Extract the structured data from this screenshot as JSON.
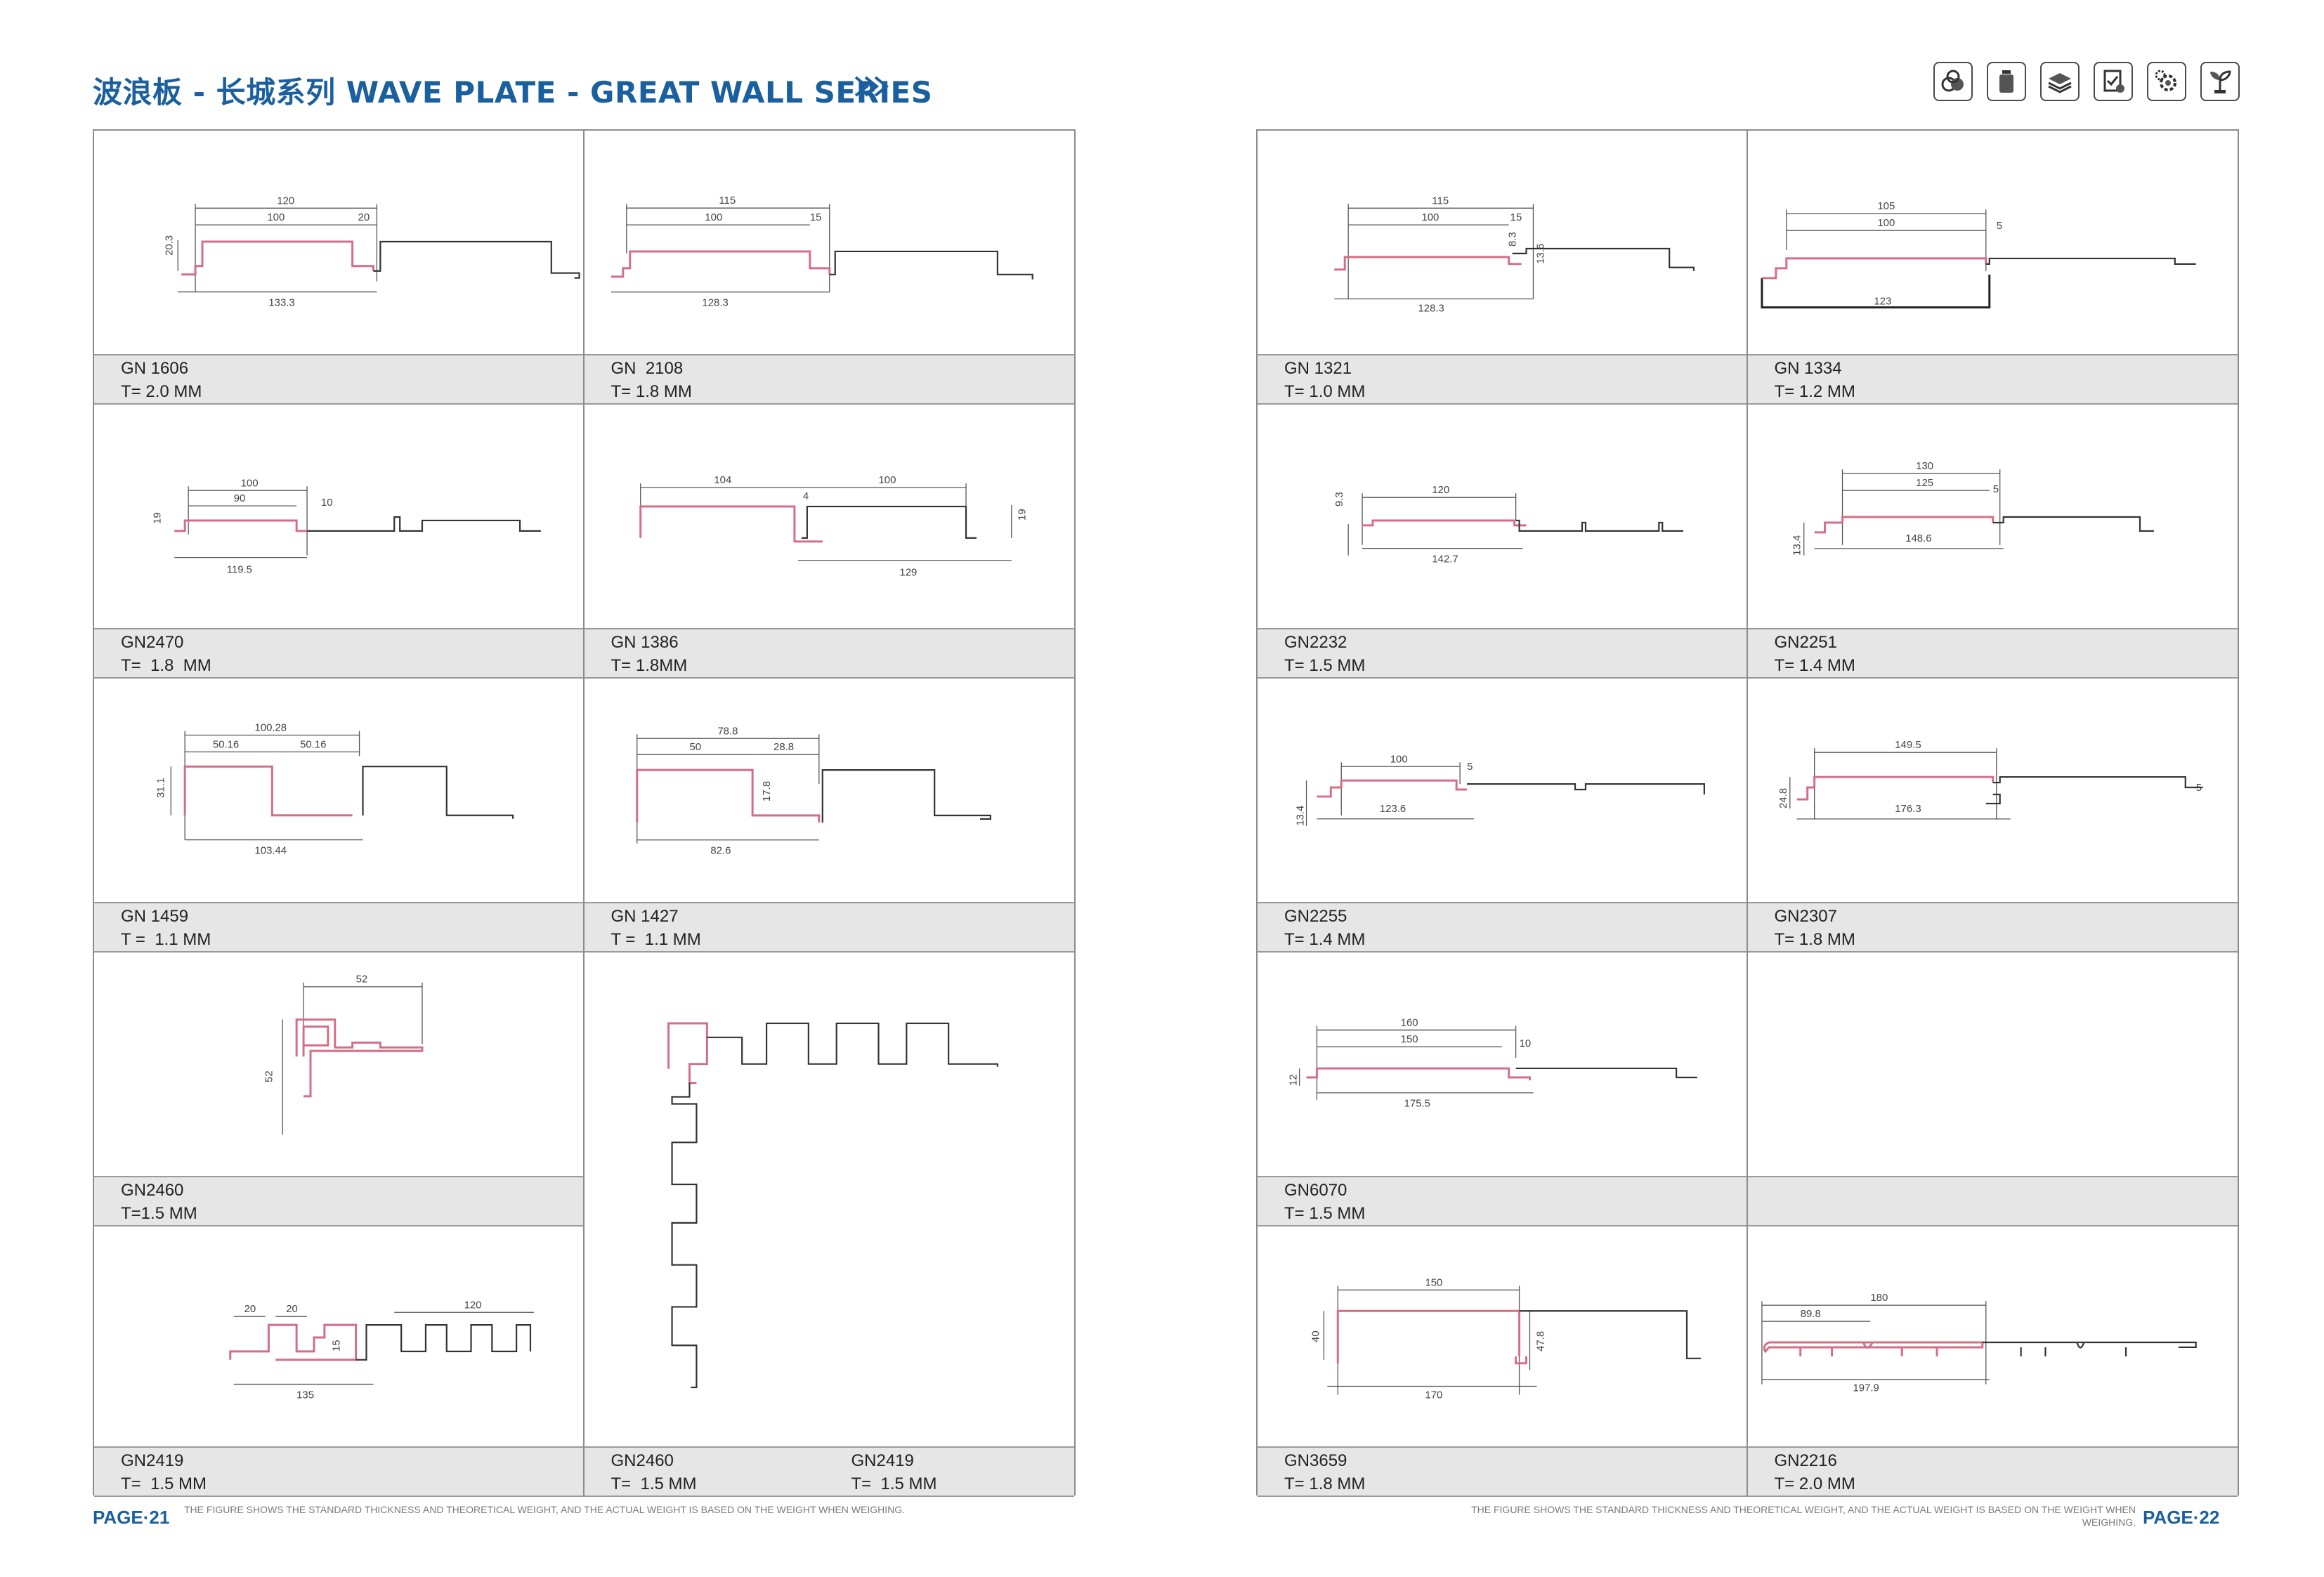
{
  "header": {
    "title": "波浪板 - 长城系列 WAVE PLATE - GREAT WALL SERIES",
    "icons": [
      "aluminium-ingot-icon",
      "bottle-icon",
      "layers-icon",
      "document-check-icon",
      "gears-icon",
      "plant-icon"
    ],
    "accent": "#1a5f9e"
  },
  "left": {
    "page": "PAGE·21",
    "note": "THE FIGURE SHOWS THE STANDARD THICKNESS AND THEORETICAL WEIGHT, AND THE ACTUAL WEIGHT IS BASED ON THE WEIGHT WHEN WEIGHING.",
    "cells": [
      {
        "code": "GN 1606",
        "thick": "T= 2.0 MM",
        "dims": [
          "120",
          "100",
          "20",
          "20.3",
          "133.3"
        ]
      },
      {
        "code": "GN  2108",
        "thick": "T= 1.8 MM",
        "dims": [
          "115",
          "100",
          "15",
          "128.3"
        ]
      },
      {
        "code": "GN2470",
        "thick": "T=  1.8  MM",
        "dims": [
          "100",
          "90",
          "10",
          "19",
          "119.5"
        ]
      },
      {
        "code": "GN 1386",
        "thick": "T= 1.8MM",
        "dims": [
          "104",
          "4",
          "100",
          "19",
          "129"
        ]
      },
      {
        "code": "GN 1459",
        "thick": "T =  1.1 MM",
        "dims": [
          "100.28",
          "50.16",
          "50.16",
          "31.1",
          "103.44"
        ]
      },
      {
        "code": "GN 1427",
        "thick": "T =  1.1 MM",
        "dims": [
          "78.8",
          "50",
          "28.8",
          "17.8",
          "82.6"
        ]
      },
      {
        "code": "GN2460",
        "thick": "T=1.5 MM",
        "dims": [
          "52",
          "52"
        ]
      },
      {
        "code": "GN2419",
        "thick": "T=  1.5 MM",
        "dims": [
          "20",
          "20",
          "120",
          "15",
          "135"
        ]
      },
      {
        "code": "GN2460",
        "thick": "T=  1.5 MM",
        "code2": "GN2419",
        "thick2": "T=  1.5 MM"
      }
    ]
  },
  "right": {
    "page": "PAGE·22",
    "note": "THE FIGURE SHOWS THE STANDARD THICKNESS AND THEORETICAL WEIGHT, AND THE ACTUAL WEIGHT IS BASED ON THE WEIGHT WHEN WEIGHING.",
    "cells": [
      {
        "code": "GN 1321",
        "thick": "T= 1.0 MM",
        "dims": [
          "115",
          "100",
          "15",
          "8.3",
          "13.6",
          "128.3"
        ]
      },
      {
        "code": "GN 1334",
        "thick": "T= 1.2 MM",
        "dims": [
          "105",
          "100",
          "5",
          "123"
        ]
      },
      {
        "code": "GN2232",
        "thick": "T= 1.5 MM",
        "dims": [
          "120",
          "9.3",
          "142.7"
        ]
      },
      {
        "code": "GN2251",
        "thick": "T= 1.4 MM",
        "dims": [
          "130",
          "125",
          "5",
          "13.4",
          "148.6"
        ]
      },
      {
        "code": "GN2255",
        "thick": "T= 1.4 MM",
        "dims": [
          "100",
          "5",
          "13.4",
          "123.6"
        ]
      },
      {
        "code": "GN2307",
        "thick": "T= 1.8 MM",
        "dims": [
          "149.5",
          "24.8",
          "176.3",
          "5"
        ]
      },
      {
        "code": "GN6070",
        "thick": "T= 1.5 MM",
        "dims": [
          "160",
          "150",
          "10",
          "12",
          "175.5"
        ]
      },
      {
        "code": "",
        "thick": ""
      },
      {
        "code": "GN3659",
        "thick": "T= 1.8 MM",
        "dims": [
          "150",
          "40",
          "47.8",
          "170"
        ]
      },
      {
        "code": "GN2216",
        "thick": "T= 2.0 MM",
        "dims": [
          "180",
          "89.8",
          "197.9"
        ]
      }
    ]
  }
}
